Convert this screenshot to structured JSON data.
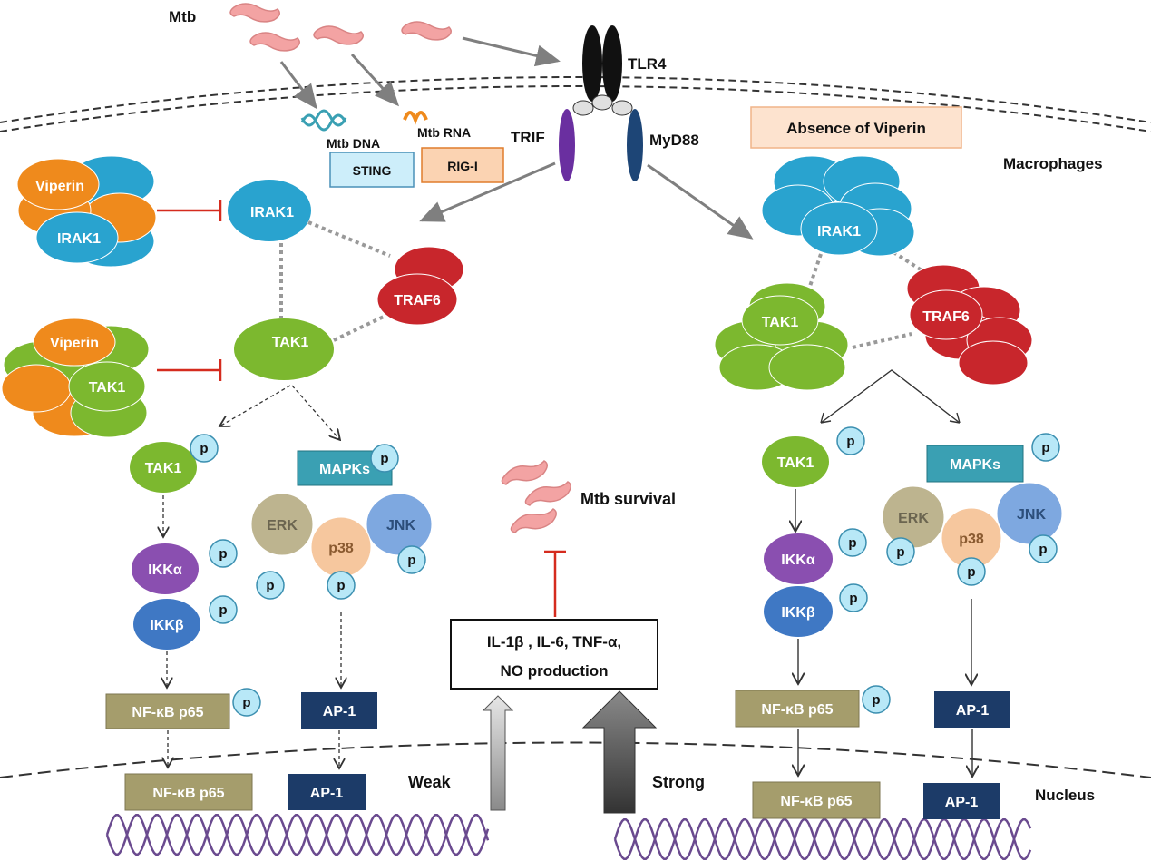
{
  "labels": {
    "mtb": "Mtb",
    "tlr4": "TLR4",
    "trif": "TRIF",
    "myd88": "MyD88",
    "mtb_dna": "Mtb DNA",
    "mtb_rna": "Mtb RNA",
    "sting": "STING",
    "rig_i": "RIG-I",
    "absence_of_viperin": "Absence of Viperin",
    "macrophages": "Macrophages",
    "nucleus": "Nucleus",
    "mtb_survival": "Mtb survival",
    "weak": "Weak",
    "strong": "Strong",
    "cytokine_line1": "IL-1β , IL-6, TNF-α,",
    "cytokine_line2": "NO production",
    "viperin": "Viperin",
    "irak1": "IRAK1",
    "traf6": "TRAF6",
    "tak1": "TAK1",
    "mapks": "MAPKs",
    "erk": "ERK",
    "p38": "p38",
    "jnk": "JNK",
    "ikka": "IKKα",
    "ikkb": "IKKβ",
    "nfkb": "NF-κB p65",
    "ap1": "AP-1",
    "phospho": "p"
  },
  "colors": {
    "irak1": "#29a3cf",
    "traf6": "#c8262c",
    "tak1": "#7cb82f",
    "viperin": "#ef8a1c",
    "ikka": "#8a4fb0",
    "ikkb": "#3f78c4",
    "nfkb": "#a59d6c",
    "ap1": "#1c3b68",
    "mapks": "#3aa0b3",
    "erk": "#bdb48f",
    "p38": "#f6c79e",
    "jnk": "#7ea8e0",
    "phospho": "#b8e8f7",
    "trif": "#6a2fa0",
    "myd88": "#1d4576",
    "inhibit": "#d52b1e",
    "mtb": "#f3a3a3"
  }
}
